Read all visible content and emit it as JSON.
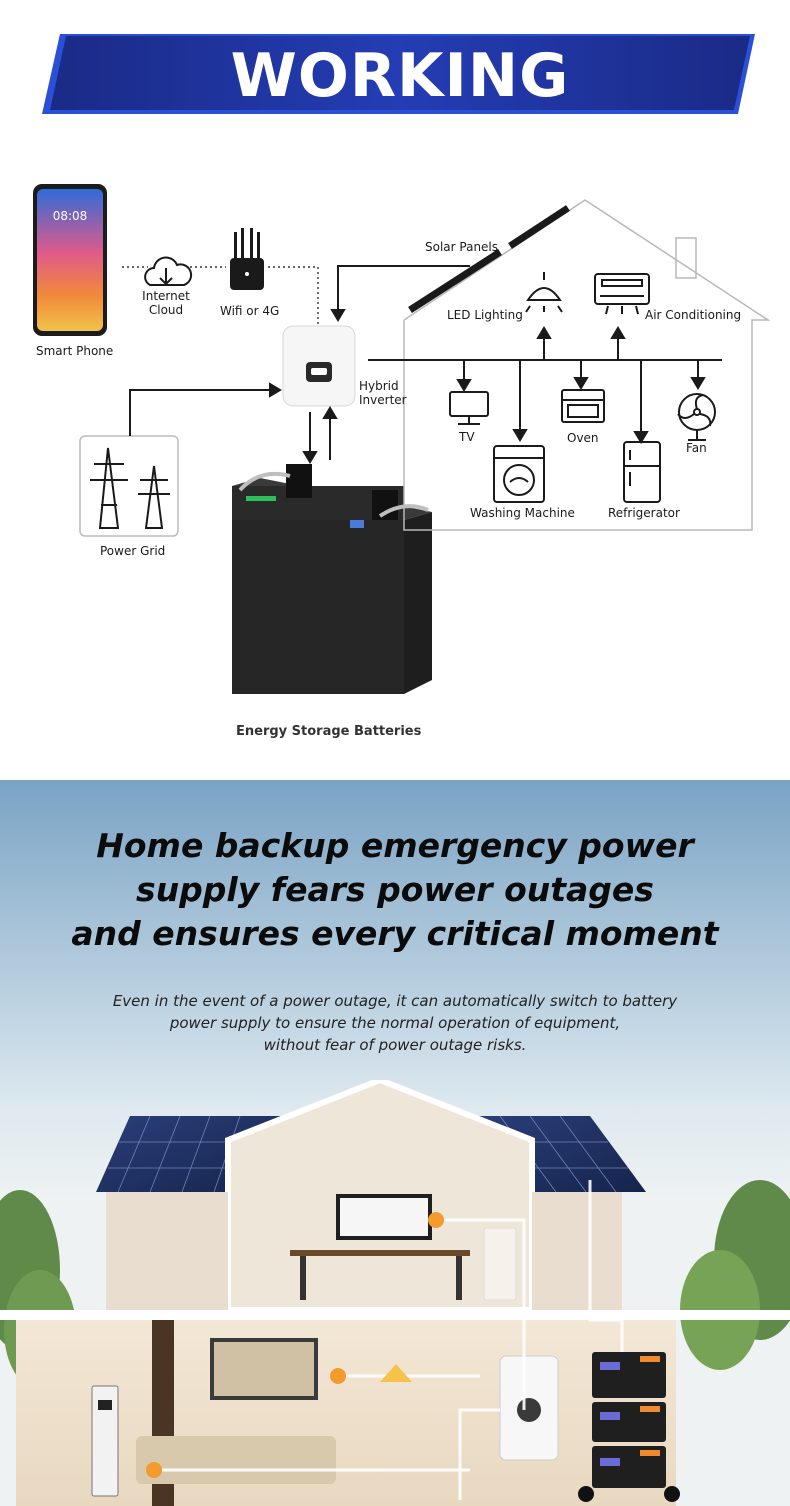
{
  "banner": {
    "title": "WORKING PRINCIPLE"
  },
  "diagram": {
    "smart_phone": "Smart Phone",
    "phone_time": "08:08",
    "internet_cloud": [
      "Internet",
      "Cloud"
    ],
    "wifi": "Wifi or 4G",
    "hybrid_inverter": [
      "Hybrid",
      "Inverter"
    ],
    "power_grid": "Power Grid",
    "batteries": "Energy Storage Batteries",
    "solar_panels": "Solar Panels",
    "led_lighting": "LED Lighting",
    "air_conditioning": "Air Conditioning",
    "tv": "TV",
    "oven": "Oven",
    "fan": "Fan",
    "washing_machine": "Washing Machine",
    "refrigerator": "Refrigerator"
  },
  "backup": {
    "headline": [
      "Home backup emergency power",
      "supply fears power outages",
      "and ensures every critical moment"
    ],
    "subtext": [
      "Even in the event of a power outage, it can automatically switch to battery",
      "power supply to ensure the normal operation of equipment,",
      "without fear of power outage risks."
    ]
  },
  "colors": {
    "banner_blue": "#1f2f8f",
    "banner_light": "#2b4ad0",
    "accent_orange": "#f59a2c",
    "line_dark": "#1a1a1a"
  }
}
